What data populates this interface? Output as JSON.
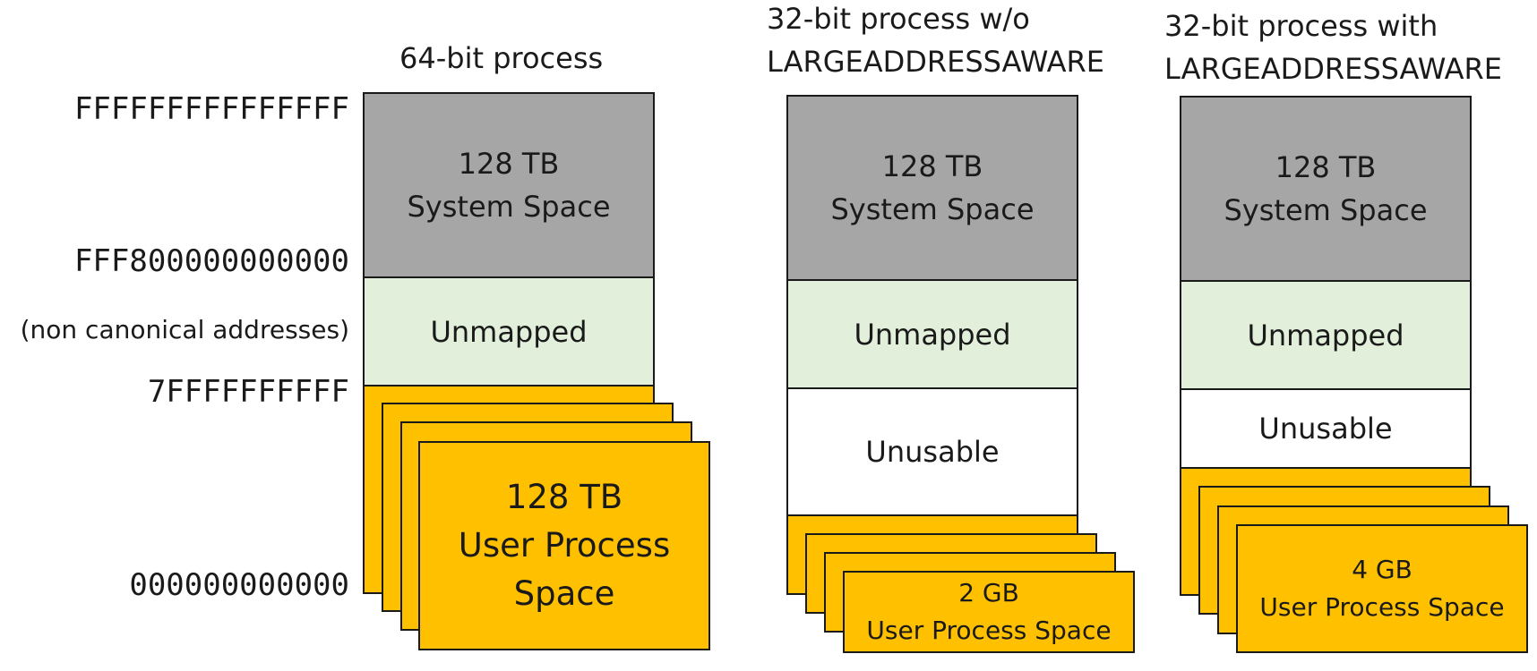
{
  "addresses": {
    "top": "FFFFFFFFFFFFFFF",
    "system_start": "FFF800000000000",
    "non_canonical": "(non canonical addresses)",
    "user_top": "7FFFFFFFFFF",
    "bottom": "000000000000"
  },
  "colors": {
    "system": "#a6a6a6",
    "unmapped": "#e2efda",
    "unusable": "#ffffff",
    "user": "#ffc000"
  },
  "columns": [
    {
      "title_lines": [
        "64-bit process"
      ],
      "system": [
        "128 TB",
        "System Space"
      ],
      "unmapped": "Unmapped",
      "user": [
        "128 TB",
        "User Process",
        "Space"
      ]
    },
    {
      "title_lines": [
        "32-bit process w/o",
        "LARGEADDRESSAWARE"
      ],
      "system": [
        "128 TB",
        "System Space"
      ],
      "unmapped": "Unmapped",
      "unusable": "Unusable",
      "user": [
        "2 GB",
        "User Process Space"
      ]
    },
    {
      "title_lines": [
        "32-bit process with",
        "LARGEADDRESSAWARE"
      ],
      "system": [
        "128 TB",
        "System Space"
      ],
      "unmapped": "Unmapped",
      "unusable": "Unusable",
      "user": [
        "4 GB",
        "User Process Space"
      ]
    }
  ]
}
